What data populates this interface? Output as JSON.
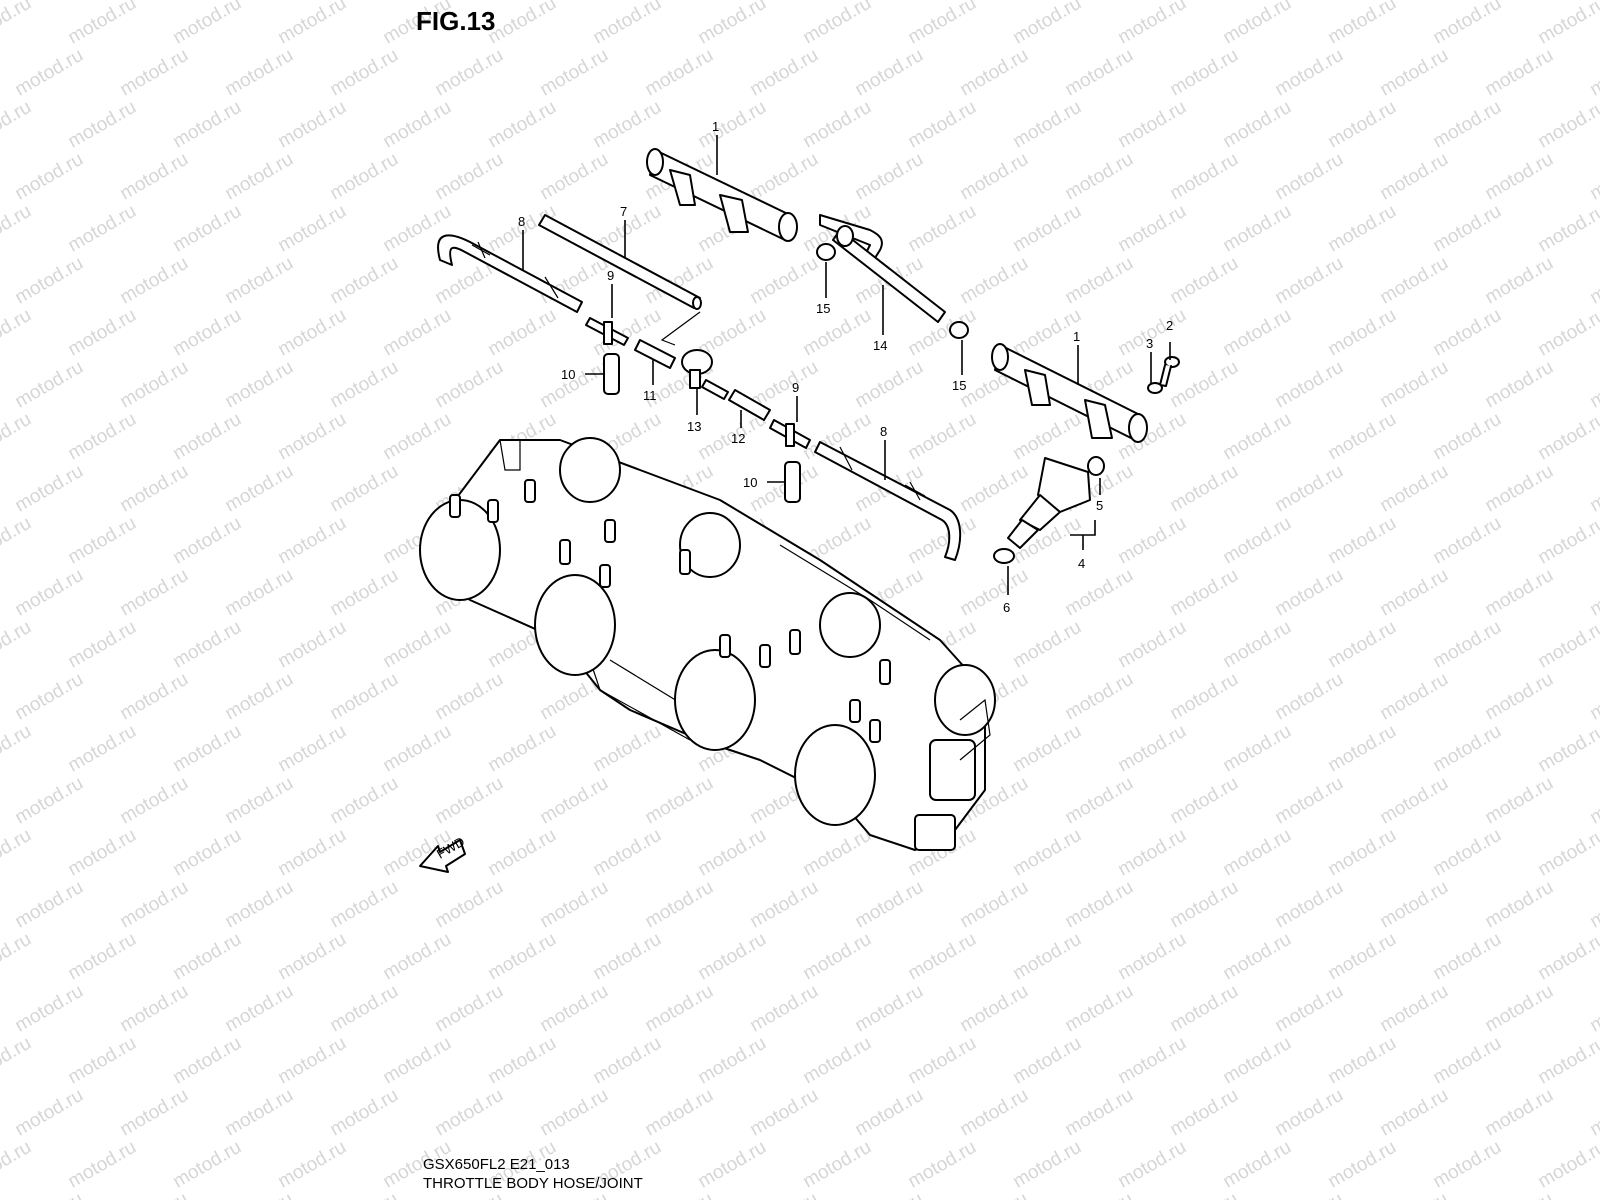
{
  "figure_title": "FIG.13",
  "watermark": "motod.ru",
  "model_code": "GSX650FL2 E21_013",
  "caption": "THROTTLE BODY HOSE/JOINT",
  "fwd_arrow_label": "FWD",
  "callouts": [
    {
      "id": "c1a",
      "text": "1"
    },
    {
      "id": "c1b",
      "text": "1"
    },
    {
      "id": "c2",
      "text": "2"
    },
    {
      "id": "c3",
      "text": "3"
    },
    {
      "id": "c4",
      "text": "4"
    },
    {
      "id": "c5",
      "text": "5"
    },
    {
      "id": "c6",
      "text": "6"
    },
    {
      "id": "c7",
      "text": "7"
    },
    {
      "id": "c8a",
      "text": "8"
    },
    {
      "id": "c8b",
      "text": "8"
    },
    {
      "id": "c9a",
      "text": "9"
    },
    {
      "id": "c9b",
      "text": "9"
    },
    {
      "id": "c10a",
      "text": "10"
    },
    {
      "id": "c10b",
      "text": "10"
    },
    {
      "id": "c11",
      "text": "11"
    },
    {
      "id": "c12",
      "text": "12"
    },
    {
      "id": "c13",
      "text": "13"
    },
    {
      "id": "c14",
      "text": "14"
    },
    {
      "id": "c15a",
      "text": "15"
    },
    {
      "id": "c15b",
      "text": "15"
    }
  ]
}
